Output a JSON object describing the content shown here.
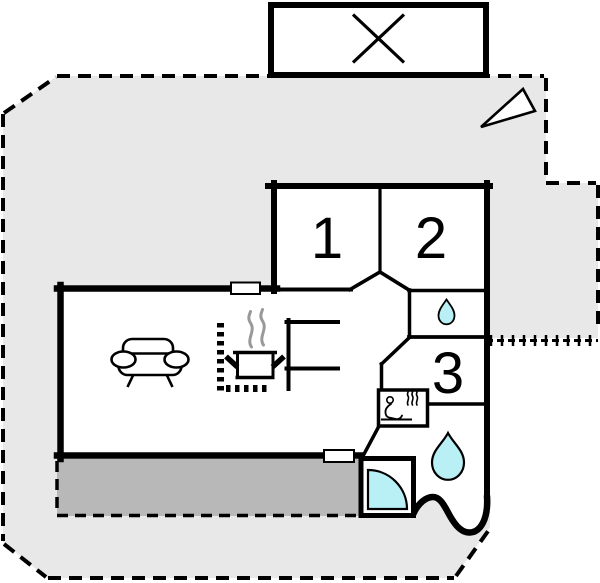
{
  "plan": {
    "rooms": [
      {
        "label": "1",
        "name": "room-1"
      },
      {
        "label": "2",
        "name": "room-2"
      },
      {
        "label": "3",
        "name": "room-3"
      }
    ]
  },
  "icons": {
    "carport": "crossed-box-icon",
    "north_arrow": "north-arrow-icon",
    "sofa": "sofa-icon",
    "stove": "stove-pot-icon",
    "steam": "steam-icon",
    "dining_table": "table-icon",
    "sauna": "sauna-person-icon",
    "toilet": "water-drop-icon",
    "bathroom": "water-drop-icon",
    "shower": "shower-quarter-icon",
    "window": "window-icon",
    "fence": "fence-tick-line-icon",
    "plot_boundary": "dashed-boundary-icon"
  },
  "colors": {
    "plot": "#e8e8e8",
    "terrace": "#b8b8b8",
    "water": "#b9f0f5",
    "wall": "#000000",
    "steam": "#999999",
    "background": "#ffffff"
  }
}
